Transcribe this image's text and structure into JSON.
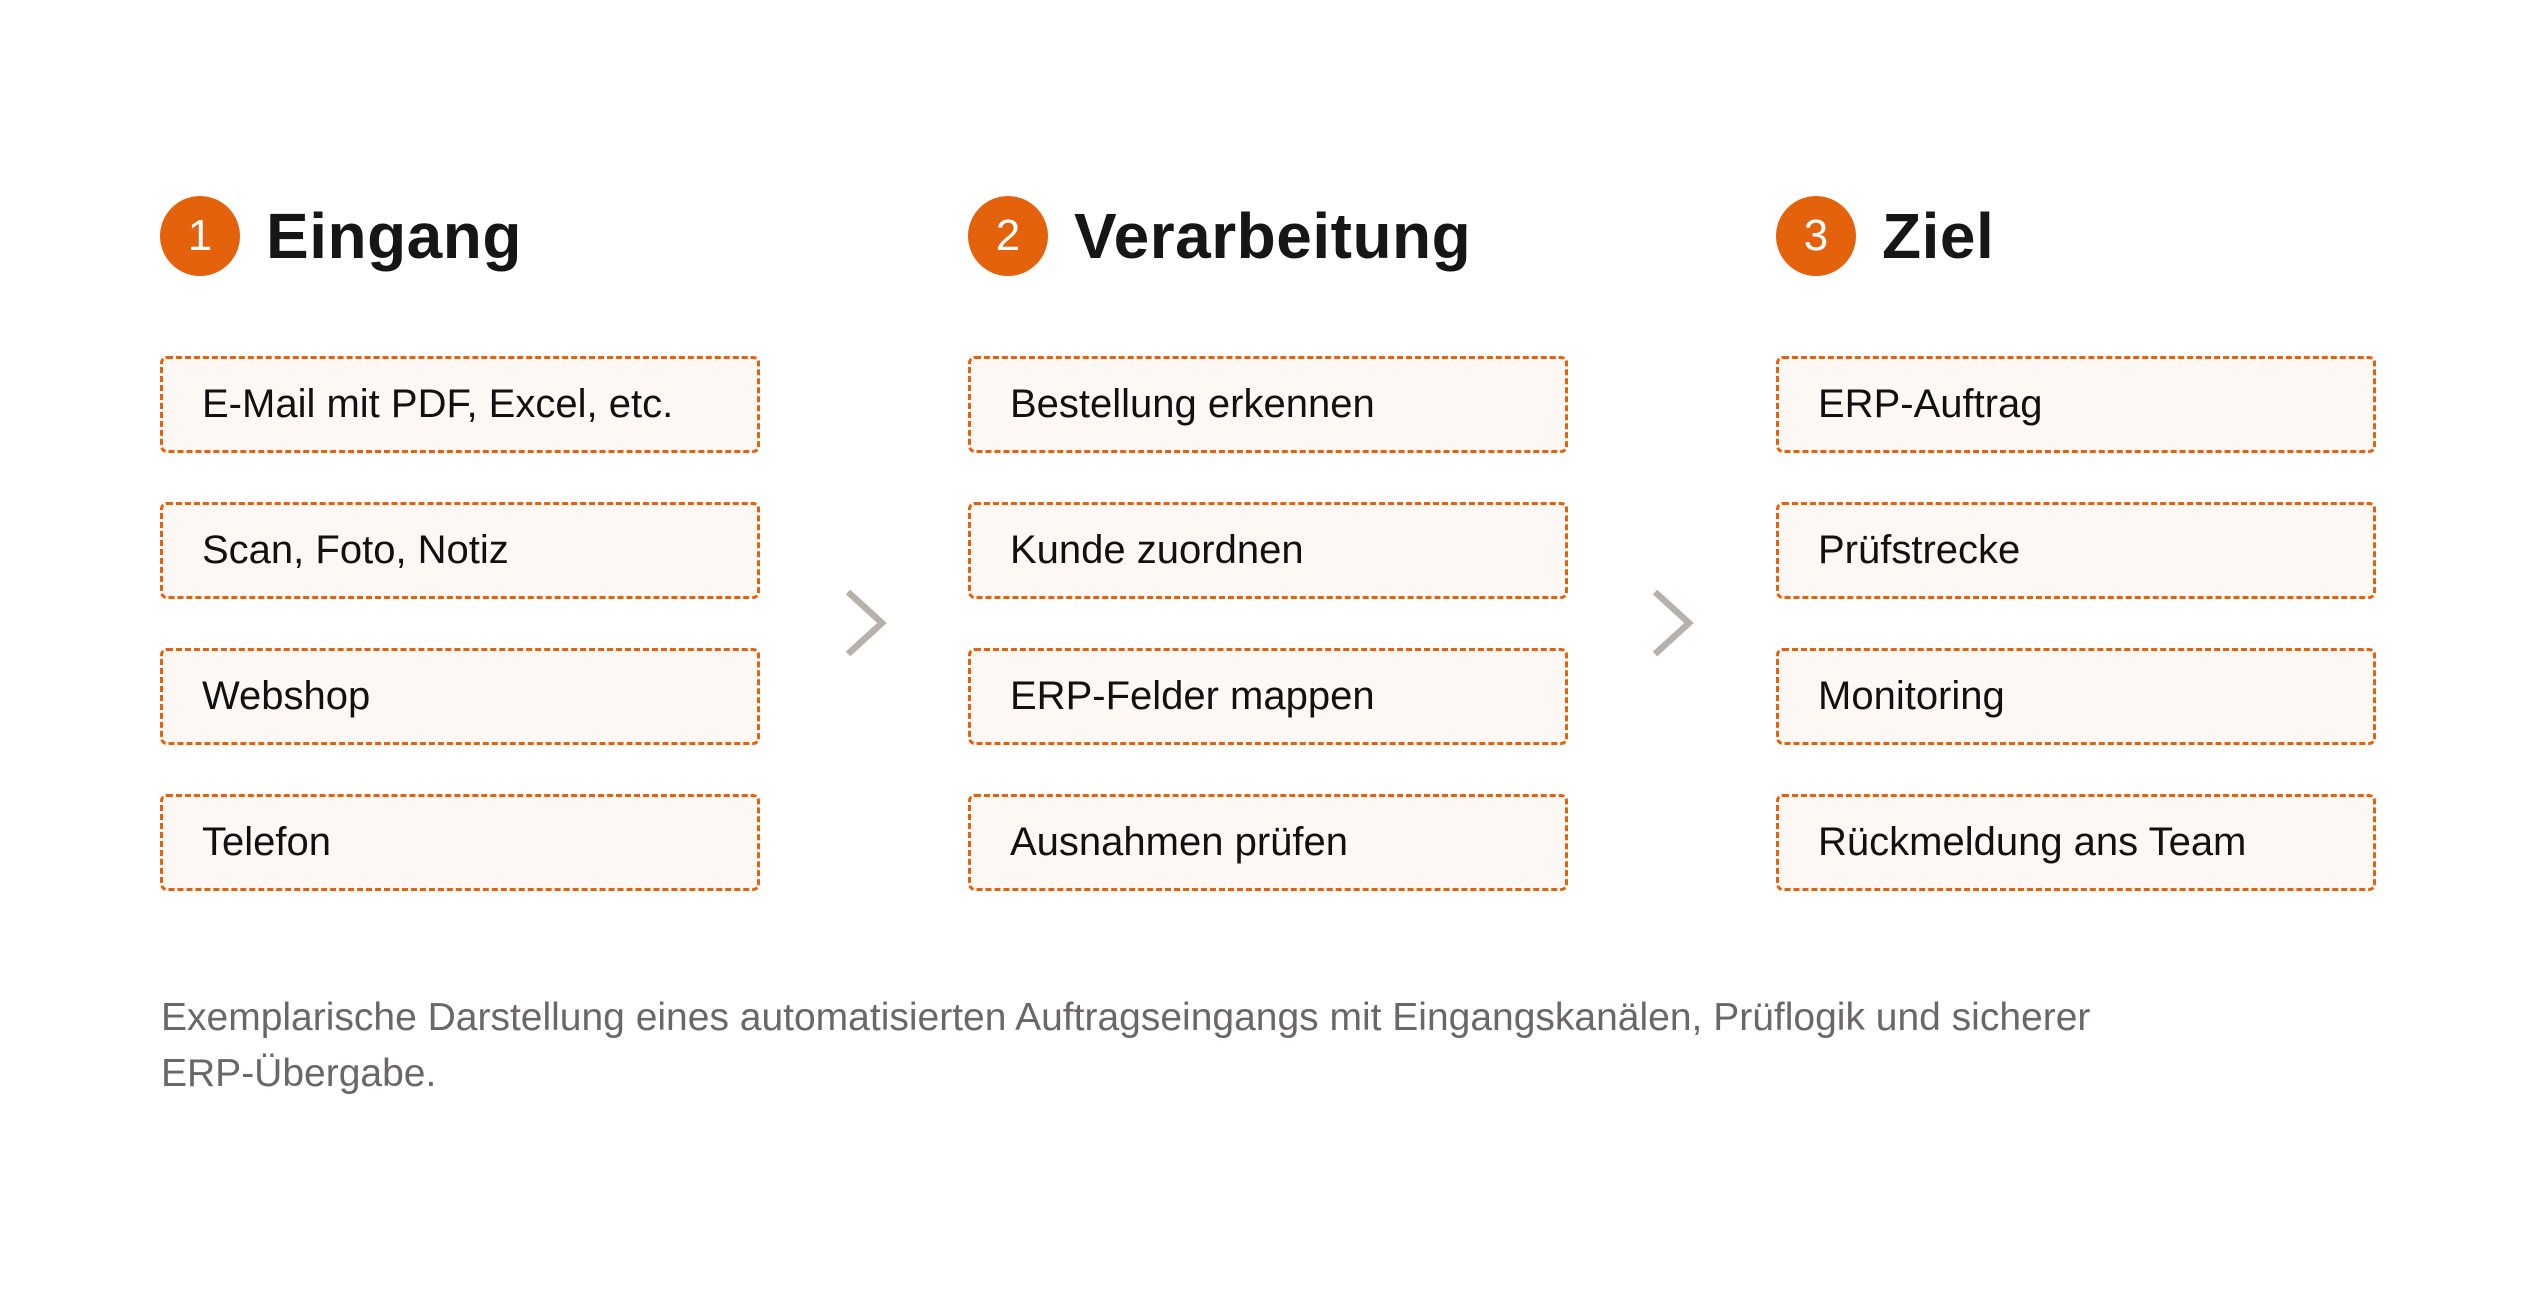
{
  "colors": {
    "accent": "#e5620d",
    "box_background": "#fdf8f4",
    "chevron": "#b6b1ac",
    "heading_text": "#161616",
    "caption_text": "#6b6766"
  },
  "steps": [
    {
      "number": "1",
      "title": "Eingang",
      "items": [
        "E-Mail mit PDF, Excel, etc.",
        "Scan, Foto, Notiz",
        "Webshop",
        "Telefon"
      ]
    },
    {
      "number": "2",
      "title": "Verarbeitung",
      "items": [
        "Bestellung erkennen",
        "Kunde zuordnen",
        "ERP-Felder mappen",
        "Ausnahmen prüfen"
      ]
    },
    {
      "number": "3",
      "title": "Ziel",
      "items": [
        "ERP-Auftrag",
        "Prüfstrecke",
        "Monitoring",
        "Rückmeldung ans Team"
      ]
    }
  ],
  "connectors": [
    {
      "icon": "chevron-right-icon",
      "from": "1",
      "to": "2"
    },
    {
      "icon": "chevron-right-icon",
      "from": "2",
      "to": "3"
    }
  ],
  "caption": {
    "lines": [
      "Exemplarische Darstellung eines automatisierten Auftragseingangs mit Eingangskanälen, Prüflogik und sicherer",
      "ERP-Übergabe."
    ]
  }
}
